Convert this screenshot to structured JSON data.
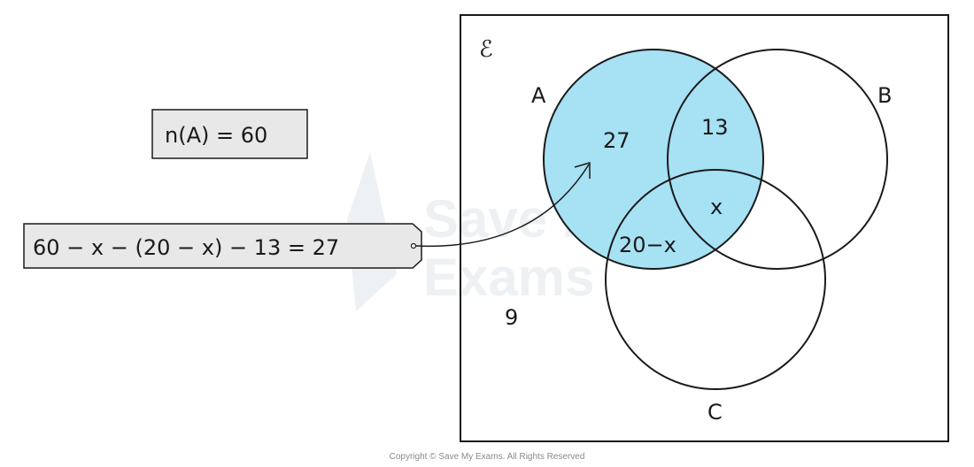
{
  "universal_symbol": "ℰ",
  "sets": {
    "a": "A",
    "b": "B",
    "c": "C"
  },
  "regions": {
    "a_only": "27",
    "a_and_b_only": "13",
    "a_b_c": "x",
    "a_and_c_only": "20−x",
    "outside": "9"
  },
  "callouts": {
    "n_a": "n(A) = 60",
    "equation": "60 − x − (20 − x) − 13 = 27"
  },
  "watermark": {
    "line1": "Save My",
    "line2": "Exams"
  },
  "copyright": "Copyright © Save My Exams. All Rights Reserved",
  "colors": {
    "highlight": "#a6e1f4",
    "stroke": "#1a1a1a",
    "box_fill": "#e8e8e8"
  }
}
